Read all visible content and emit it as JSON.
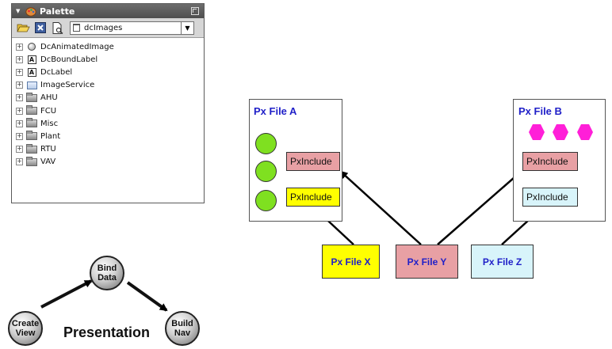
{
  "palette": {
    "title": "Palette",
    "toolbar": {
      "open_icon": "open-folder-icon",
      "close_icon": "close-box-icon",
      "find_icon": "find-document-icon"
    },
    "module_select": {
      "value": "dcImages"
    },
    "tree": [
      {
        "label": "DcAnimatedImage",
        "icon": "animated-image-icon"
      },
      {
        "label": "DcBoundLabel",
        "icon": "label-A-icon"
      },
      {
        "label": "DcLabel",
        "icon": "label-A-icon"
      },
      {
        "label": "ImageService",
        "icon": "image-service-icon"
      },
      {
        "label": "AHU",
        "icon": "folder-icon"
      },
      {
        "label": "FCU",
        "icon": "folder-icon"
      },
      {
        "label": "Misc",
        "icon": "folder-icon"
      },
      {
        "label": "Plant",
        "icon": "folder-icon"
      },
      {
        "label": "RTU",
        "icon": "folder-icon"
      },
      {
        "label": "VAV",
        "icon": "folder-icon"
      }
    ]
  },
  "diagram": {
    "file_a": {
      "title": "Px File A",
      "include_1": "PxInclude",
      "include_2": "PxInclude"
    },
    "file_b": {
      "title": "Px File B",
      "include_1": "PxInclude",
      "include_2": "PxInclude"
    },
    "file_x": "Px File X",
    "file_y": "Px File Y",
    "file_z": "Px File Z",
    "colors": {
      "title_blue": "#2020c8",
      "green": "#7fe020",
      "magenta": "#ff1fd8",
      "pink": "#e8a0a4",
      "yellow": "#ffff00",
      "light_blue": "#d8f4fa"
    }
  },
  "cycle": {
    "bind": [
      "Bind",
      "Data"
    ],
    "create": [
      "Create",
      "View"
    ],
    "build": [
      "Build",
      "Nav"
    ],
    "label": "Presentation"
  }
}
